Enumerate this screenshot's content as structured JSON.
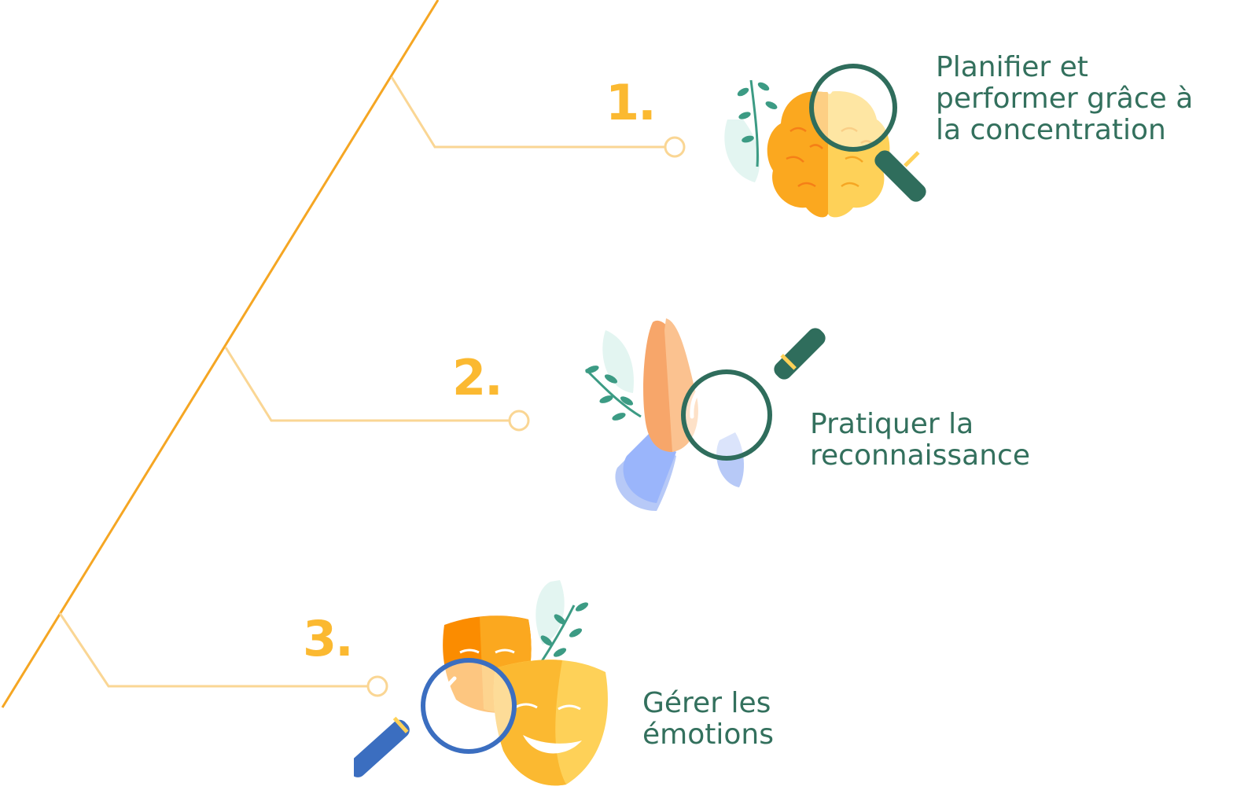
{
  "colors": {
    "trunk": "#f5a623",
    "branch": "#fad694",
    "number": "#fbb931",
    "text": "#33705d",
    "mint": "#e3f5f1",
    "leaf": "#3c9b84",
    "magnifier": "#2f6d5c"
  },
  "steps": [
    {
      "number": "1.",
      "lines": [
        "Planifier et",
        "performer grâce à",
        "la concentration"
      ],
      "icon": "brain-magnifier-icon"
    },
    {
      "number": "2.",
      "lines": [
        "Pratiquer la",
        "reconnaissance"
      ],
      "icon": "praying-hands-magnifier-icon"
    },
    {
      "number": "3.",
      "lines": [
        "Gérer les",
        "émotions"
      ],
      "icon": "theater-masks-magnifier-icon"
    }
  ]
}
